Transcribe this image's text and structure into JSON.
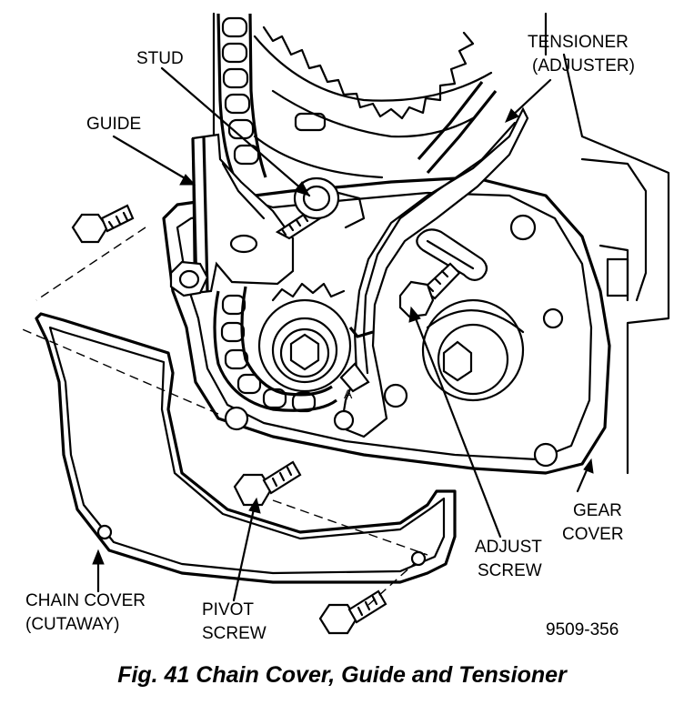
{
  "labels": {
    "stud": "STUD",
    "guide": "GUIDE",
    "tensioner_line1": "TENSIONER",
    "tensioner_line2": "(ADJUSTER)",
    "gear_cover_line1": "GEAR",
    "gear_cover_line2": "COVER",
    "adjust_screw_line1": "ADJUST",
    "adjust_screw_line2": "SCREW",
    "chain_cover_line1": "CHAIN COVER",
    "chain_cover_line2": "(CUTAWAY)",
    "pivot_screw_line1": "PIVOT",
    "pivot_screw_line2": "SCREW",
    "figure_number": "9509-356"
  },
  "caption": "Fig. 41 Chain Cover, Guide and Tensioner",
  "colors": {
    "ink": "#000000",
    "paper": "#ffffff"
  }
}
